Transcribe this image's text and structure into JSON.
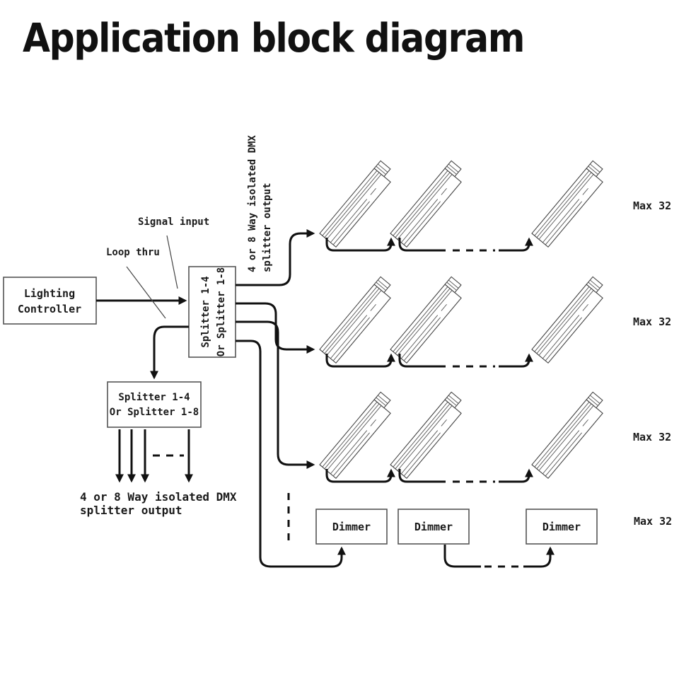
{
  "title": "Application block diagram",
  "nodes": {
    "lighting_controller": {
      "line1": "Lighting",
      "line2": "Controller"
    },
    "main_splitter": {
      "line1": "Splitter 1-4",
      "line2": "Or Splitter 1-8"
    },
    "secondary_splitter": {
      "line1": "Splitter 1-4",
      "line2": "Or Splitter 1-8"
    },
    "dimmers": [
      "Dimmer",
      "Dimmer",
      "Dimmer"
    ]
  },
  "annotations": {
    "signal_input": "Signal input",
    "loop_thru": "Loop thru",
    "splitter_output_top": {
      "line1": "4 or 8 Way isolated DMX",
      "line2": "splitter output"
    },
    "splitter_output_bottom": {
      "line1": "4 or 8 Way isolated DMX",
      "line2": "splitter output"
    }
  },
  "rows": [
    {
      "type": "fixture",
      "label": "Max 32"
    },
    {
      "type": "fixture",
      "label": "Max 32"
    },
    {
      "type": "fixture",
      "label": "Max 32"
    },
    {
      "type": "dimmer",
      "label": "Max 32"
    }
  ],
  "colors": {
    "line": "#111111",
    "box_border": "#555555",
    "background": "#ffffff"
  }
}
